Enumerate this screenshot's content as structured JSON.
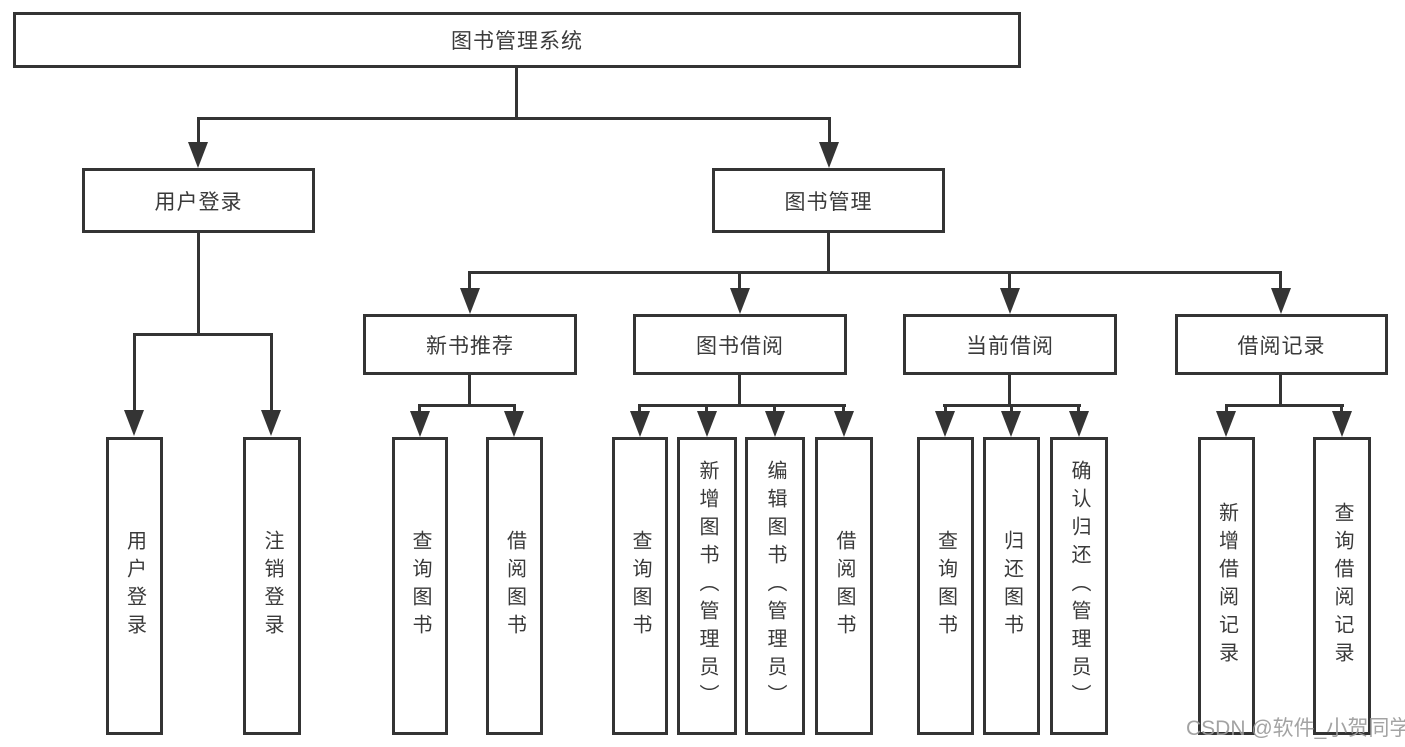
{
  "diagram": {
    "title": "图书管理系统",
    "level2": {
      "user_login": "用户登录",
      "book_management": "图书管理"
    },
    "level3": {
      "new_book_recommend": "新书推荐",
      "book_borrow": "图书借阅",
      "current_borrow": "当前借阅",
      "borrow_records": "借阅记录"
    },
    "leaves": {
      "user_login": [
        "用户登录",
        "注销登录"
      ],
      "new_book_recommend": [
        "查询图书",
        "借阅图书"
      ],
      "book_borrow": [
        "查询图书",
        "新增图书（管理员）",
        "编辑图书（管理员）",
        "借阅图书"
      ],
      "current_borrow": [
        "查询图书",
        "归还图书",
        "确认归还（管理员）"
      ],
      "borrow_records": [
        "新增借阅记录",
        "查询借阅记录"
      ]
    }
  },
  "watermark": "CSDN @软件_小贺同学",
  "colors": {
    "line": "#343434",
    "text": "#3a3a3a",
    "watermark": "#9c9c9c",
    "background": "#ffffff"
  }
}
